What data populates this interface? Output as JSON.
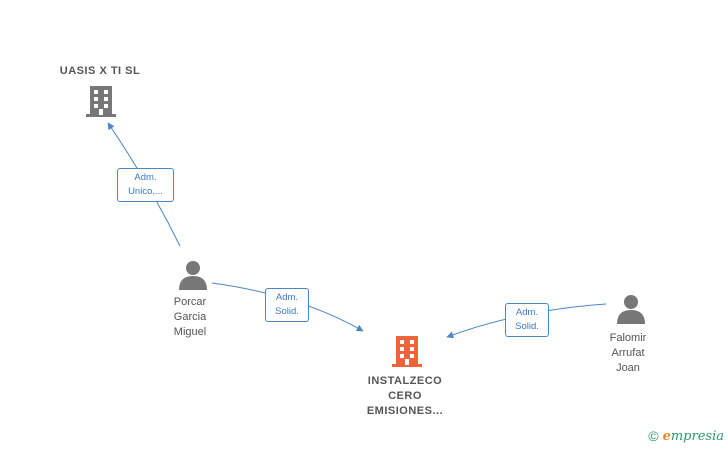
{
  "nodes": {
    "uasis": {
      "label": "UASIS X TI  SL",
      "icon": "building-icon",
      "color": "#777777"
    },
    "porcar": {
      "label": "Porcar\nGarcia\nMiguel",
      "icon": "person-icon",
      "color": "#777777"
    },
    "instalzeco": {
      "label": "INSTALZECO\nCERO\nEMISIONES...",
      "icon": "building-icon",
      "color": "#f0643c"
    },
    "falomir": {
      "label": "Falomir\nArrufat\nJoan",
      "icon": "person-icon",
      "color": "#777777"
    }
  },
  "edges": {
    "porcar_uasis": {
      "line1": "Adm.",
      "line2": "Unico,..."
    },
    "porcar_instalzeco": {
      "line1": "Adm.",
      "line2": "Solid."
    },
    "falomir_instalzeco": {
      "line1": "Adm.",
      "line2": "Solid."
    }
  },
  "colors": {
    "edge": "#4a86c8",
    "main_company": "#f0643c",
    "secondary": "#777777"
  },
  "brand": {
    "copyright": "©",
    "initial": "e",
    "rest": "mpresia"
  }
}
